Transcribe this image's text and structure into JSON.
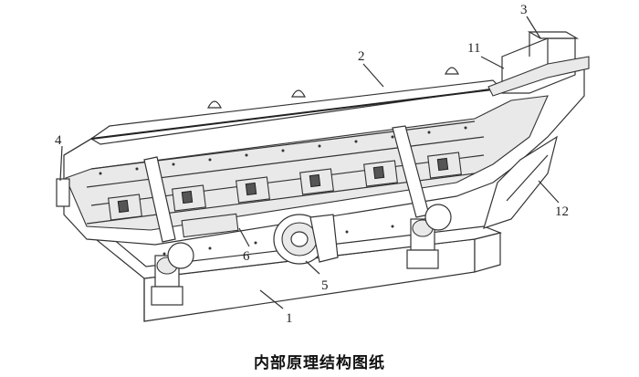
{
  "figure": {
    "caption": "内部原理结构图纸",
    "callouts": [
      {
        "id": "c1",
        "label": "1"
      },
      {
        "id": "c2",
        "label": "2"
      },
      {
        "id": "c3",
        "label": "3"
      },
      {
        "id": "c4",
        "label": "4"
      },
      {
        "id": "c5",
        "label": "5"
      },
      {
        "id": "c6",
        "label": "6"
      },
      {
        "id": "c11",
        "label": "11"
      },
      {
        "id": "c12",
        "label": "12"
      }
    ]
  }
}
